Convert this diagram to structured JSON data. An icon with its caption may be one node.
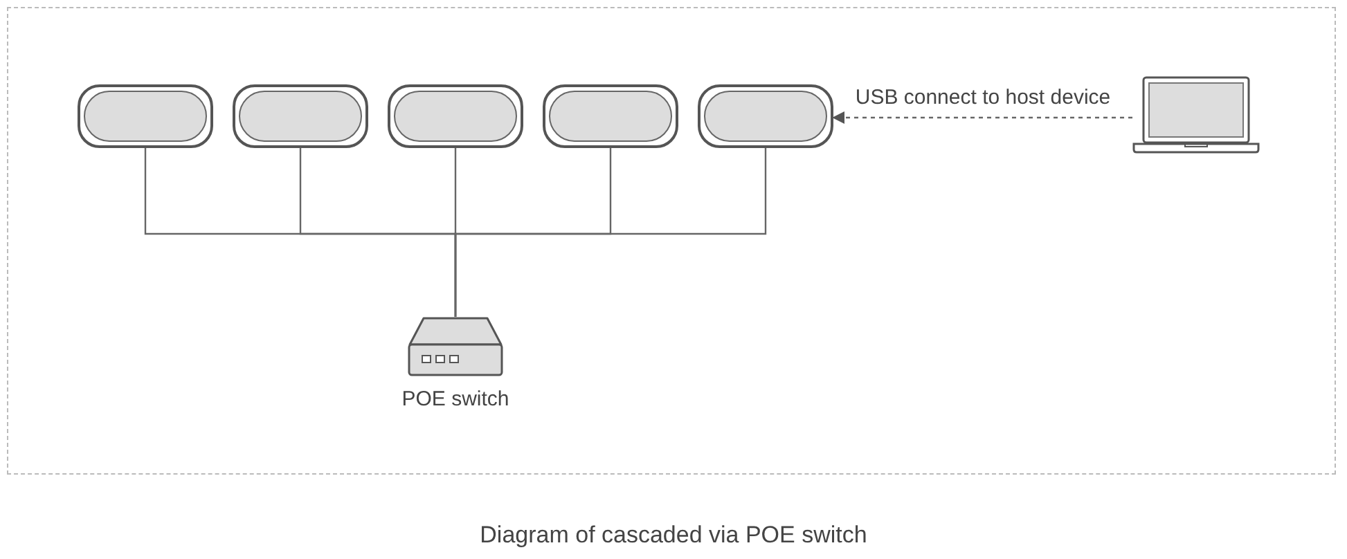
{
  "diagram": {
    "caption": "Diagram of cascaded via POE switch",
    "nodes": [
      {
        "text": [],
        "shape": "box"
      },
      {
        "text": [],
        "shape": "box"
      },
      {
        "text": [],
        "shape": "box"
      },
      {
        "text": [],
        "shape": "box"
      },
      {
        "text": [],
        "shape": "box"
      },
      {
        "text": [],
        "shape": "picture"
      },
      {
        "text": [
          "POE switch"
        ]
      }
    ],
    "edges": [
      {
        "from": 0,
        "to": 6,
        "arrow": "none"
      },
      {
        "from": 1,
        "to": 6,
        "arrow": "none"
      },
      {
        "from": 2,
        "to": 6,
        "arrow": "none"
      },
      {
        "from": 3,
        "to": 6,
        "arrow": "none"
      },
      {
        "from": 4,
        "to": 6,
        "arrow": "none"
      },
      {
        "from": 5,
        "to": 4,
        "arrow": "to",
        "style": "dashed",
        "label": "USB connect to host device"
      }
    ]
  }
}
